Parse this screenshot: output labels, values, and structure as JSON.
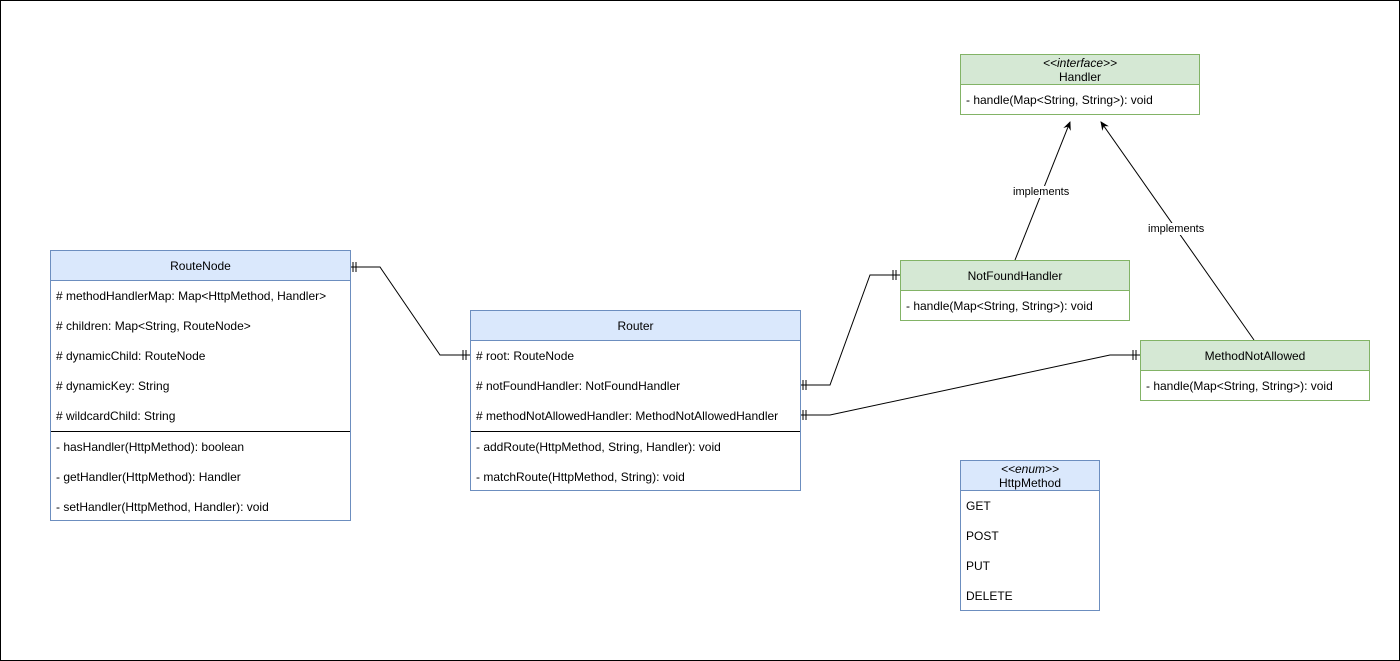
{
  "classes": {
    "routenode": {
      "name": "RouteNode",
      "attributes": [
        "# methodHandlerMap: Map<HttpMethod, Handler>",
        "# children: Map<String, RouteNode>",
        "# dynamicChild: RouteNode",
        "# dynamicKey: String",
        "# wildcardChild: String"
      ],
      "methods": [
        "- hasHandler(HttpMethod): boolean",
        "- getHandler(HttpMethod): Handler",
        "- setHandler(HttpMethod, Handler): void"
      ]
    },
    "router": {
      "name": "Router",
      "attributes": [
        "# root: RouteNode",
        "# notFoundHandler: NotFoundHandler",
        "# methodNotAllowedHandler: MethodNotAllowedHandler"
      ],
      "methods": [
        "- addRoute(HttpMethod, String, Handler): void",
        "- matchRoute(HttpMethod, String): void"
      ]
    },
    "handler": {
      "stereotype": "<<interface>>",
      "name": "Handler",
      "methods": [
        "- handle(Map<String, String>): void"
      ]
    },
    "notfoundhandler": {
      "name": "NotFoundHandler",
      "methods": [
        "- handle(Map<String, String>): void"
      ]
    },
    "methodnotallowed": {
      "name": "MethodNotAllowed",
      "methods": [
        "- handle(Map<String, String>): void"
      ]
    },
    "httpmethod": {
      "stereotype": "<<enum>>",
      "name": "HttpMethod",
      "values": [
        "GET",
        "POST",
        "PUT",
        "DELETE"
      ]
    }
  },
  "edges": {
    "implements_label_1": "implements",
    "implements_label_2": "implements"
  },
  "colors": {
    "blue_fill": "#dae8fc",
    "blue_stroke": "#6c8ebf",
    "green_fill": "#d5e8d4",
    "green_stroke": "#82b366"
  }
}
